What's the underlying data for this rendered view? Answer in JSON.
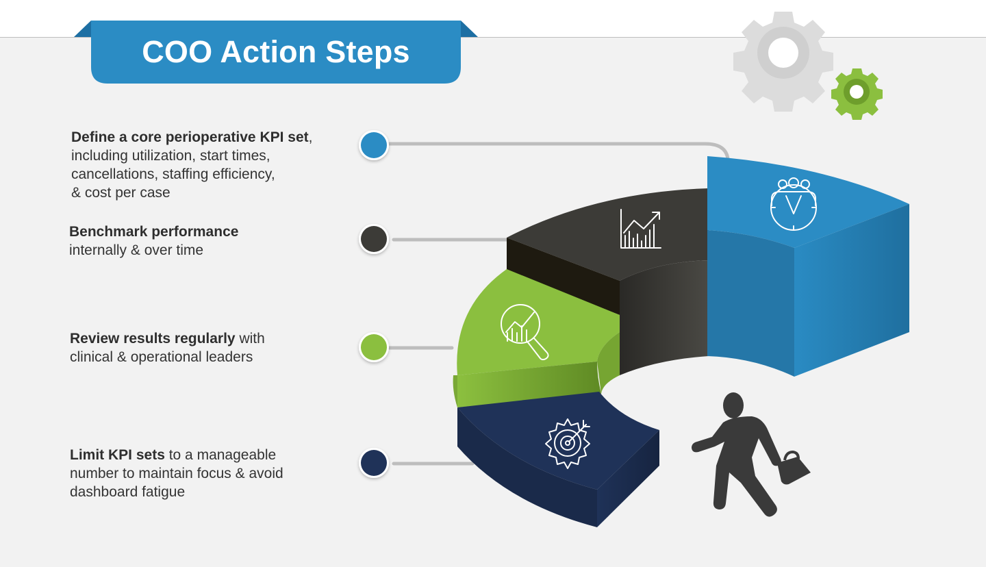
{
  "title": "COO Action Steps",
  "colors": {
    "blue": "#2b8cc4",
    "charcoal": "#3c3b37",
    "green": "#8bbf3f",
    "navy": "#1f3258",
    "gray_gear": "#d8d8d8",
    "background": "#f2f2f2"
  },
  "steps": [
    {
      "bold": "Define a core perioperative KPI set",
      "rest_lines": [
        ",",
        "including utilization, start times,",
        "cancellations, staffing efficiency,",
        "& cost per case"
      ],
      "color": "#2b8cc4",
      "icon": "team-clock-icon"
    },
    {
      "bold": "Benchmark performance",
      "rest_lines": [
        "",
        "internally & over time"
      ],
      "color": "#3c3b37",
      "icon": "bar-chart-trend-icon"
    },
    {
      "bold": "Review results regularly",
      "rest_lines": [
        " with",
        "clinical & operational leaders"
      ],
      "color": "#8bbf3f",
      "icon": "magnifier-chart-icon"
    },
    {
      "bold": "Limit KPI sets",
      "rest_lines": [
        " to a manageable",
        "number to maintain focus & avoid",
        "dashboard fatigue"
      ],
      "color": "#1f3258",
      "icon": "gear-target-icon"
    }
  ],
  "decorations": [
    "gear-gray-icon",
    "gear-green-icon",
    "walking-businessman-icon"
  ]
}
